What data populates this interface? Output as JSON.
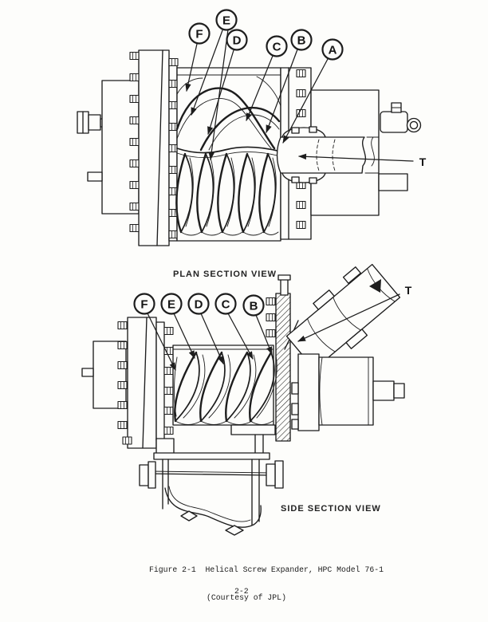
{
  "page": {
    "figure_caption": {
      "line1": "Figure 2-1  Helical Screw Expander, HPC Model 76-1",
      "line2": "(Courtesy of JPL)"
    },
    "page_number": "2-2"
  },
  "plan_view": {
    "title": "PLAN SECTION VIEW",
    "t_label": "T",
    "callouts": [
      "F",
      "E",
      "D",
      "C",
      "B",
      "A"
    ]
  },
  "side_view": {
    "title": "SIDE SECTION VIEW",
    "t_label": "T",
    "callouts": [
      "F",
      "E",
      "D",
      "C",
      "B"
    ]
  },
  "colors": {
    "ink": "#1d1d1d",
    "paper": "#fdfdfb"
  }
}
